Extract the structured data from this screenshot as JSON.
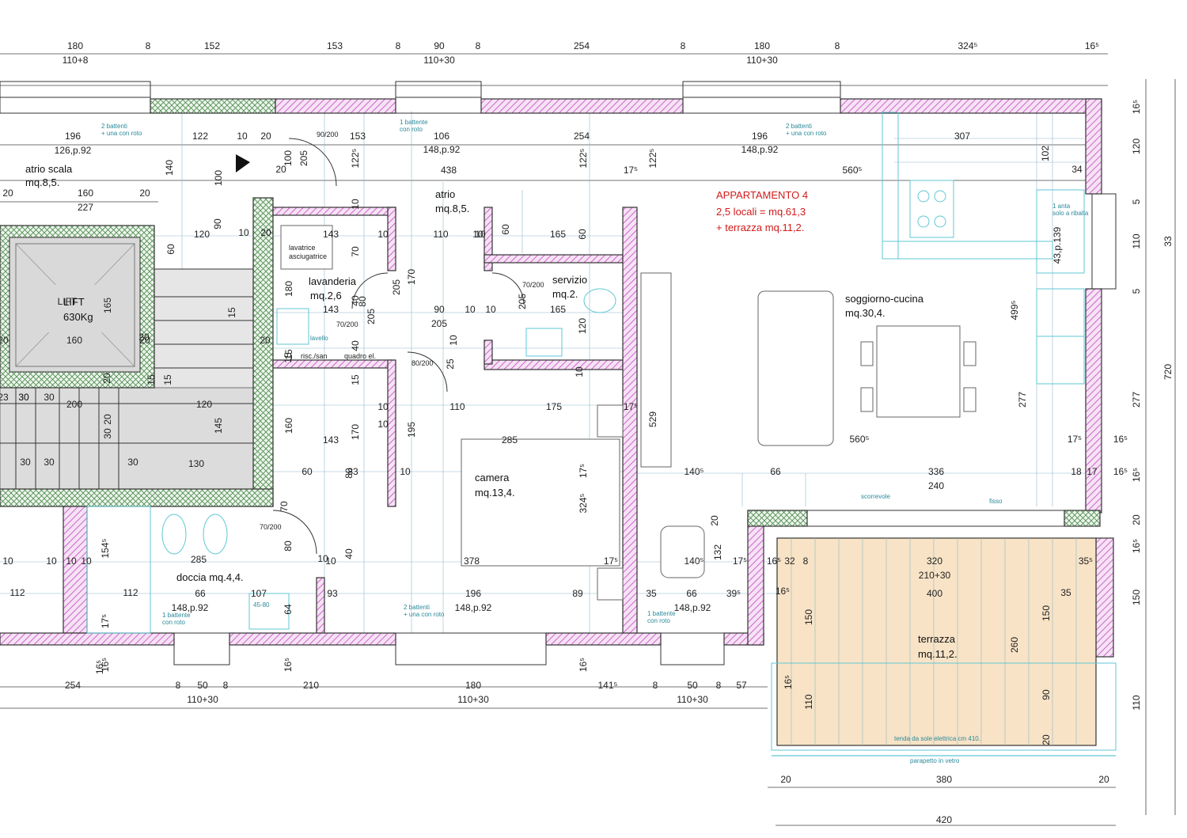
{
  "apartment": {
    "title": "APPARTAMENTO 4",
    "line2": "2,5 locali = mq.61,3",
    "line3": "+ terrazza mq.11,2."
  },
  "rooms": {
    "atrio_scala": [
      "atrio scala",
      "mq.8,5."
    ],
    "atrio": [
      "atrio",
      "mq.8,5."
    ],
    "lavanderia": [
      "lavanderia",
      "mq.2,6"
    ],
    "servizio": [
      "servizio",
      "mq.2."
    ],
    "soggiorno": [
      "soggiorno-cucina",
      "mq.30,4."
    ],
    "camera": [
      "camera",
      "mq.13,4."
    ],
    "doccia": "doccia mq.4,4.",
    "terrazza": [
      "terrazza",
      "mq.11,2."
    ],
    "lift": [
      "LIFT",
      "630Kg"
    ]
  },
  "notes": {
    "win1": [
      "2 battenti",
      "+ una con roto"
    ],
    "win2": [
      "1 battente",
      "con roto"
    ],
    "win3": [
      "2 battenti",
      "+ una con roto"
    ],
    "win4": [
      "1 battente",
      "con roto"
    ],
    "win5": [
      "2 battenti",
      "+ una con roto"
    ],
    "win6": [
      "1 battente",
      "con roto"
    ],
    "anta": [
      "1 anta",
      "solo a ribalta"
    ],
    "lavatrice": [
      "lavatrice",
      "asciugatrice"
    ],
    "lavello": "lavello",
    "risc": "risc./san",
    "quadro": "quadro el.",
    "scorrevole": "scorrevole",
    "fisso": "fisso",
    "tenda": "tenda da sole elettrica cm 410.",
    "parapetto": "parapetto in vetro",
    "door1": "90/200",
    "door2": "70/200",
    "door3": "70/200",
    "door4": "80/200",
    "door5": "70/200",
    "sink_size": "45-80"
  },
  "dims": {
    "top": [
      {
        "t": "180",
        "s": "110+8"
      },
      {
        "t": "8"
      },
      {
        "t": "152"
      },
      {
        "t": "153"
      },
      {
        "t": "8"
      },
      {
        "t": "90",
        "s": "110+30"
      },
      {
        "t": "8"
      },
      {
        "t": "254"
      },
      {
        "t": "8"
      },
      {
        "t": "180",
        "s": "110+30"
      },
      {
        "t": "8"
      },
      {
        "t": "324⁵"
      },
      {
        "t": "16⁵"
      }
    ],
    "bottom": [
      {
        "t": "254"
      },
      {
        "t": "8"
      },
      {
        "t": "50",
        "s": "110+30"
      },
      {
        "t": "8"
      },
      {
        "t": "210"
      },
      {
        "t": "180",
        "s": "110+30"
      },
      {
        "t": "141⁵"
      },
      {
        "t": "8"
      },
      {
        "t": "50",
        "s": "110+30"
      },
      {
        "t": "8"
      },
      {
        "t": "57"
      }
    ],
    "right": [
      "16⁵",
      "120",
      "5",
      "110",
      "5",
      "277",
      "16⁵",
      "20",
      "16⁵",
      "150",
      "110",
      "720",
      "33"
    ],
    "terrace": [
      "380",
      "420",
      "320",
      "210+30",
      "400",
      "150",
      "260",
      "150",
      "90",
      "110",
      "20",
      "20",
      "20",
      "35⁵",
      "35",
      "32",
      "8",
      "16⁵"
    ],
    "inner": [
      "196",
      "126,p.92",
      "122",
      "10",
      "20",
      "153",
      "106",
      "148,p.92",
      "254",
      "196",
      "148,p.92",
      "307",
      "438",
      "560⁵",
      "17⁵",
      "122⁵",
      "122⁵",
      "122⁵",
      "140",
      "100",
      "205",
      "100",
      "90",
      "20",
      "10",
      "20",
      "160",
      "227",
      "20",
      "20",
      "120",
      "60",
      "10",
      "143",
      "10",
      "110",
      "10",
      "165",
      "60",
      "60",
      "180",
      "80",
      "205",
      "205",
      "170",
      "70",
      "205",
      "120",
      "10",
      "499⁵",
      "102",
      "34",
      "143",
      "90",
      "205",
      "10",
      "10",
      "165",
      "40",
      "40",
      "15",
      "15",
      "10",
      "25",
      "10",
      "120",
      "145",
      "110",
      "175",
      "10",
      "10",
      "17⁵",
      "529",
      "160",
      "143",
      "170",
      "195",
      "285",
      "560⁵",
      "17⁵",
      "16⁵",
      "277",
      "130",
      "60",
      "83",
      "10",
      "66",
      "336",
      "240",
      "18",
      "17",
      "140⁵",
      "16⁵",
      "378",
      "324⁵",
      "17⁵",
      "140⁵",
      "132",
      "20",
      "17⁵",
      "16⁵",
      "285",
      "66",
      "107",
      "93",
      "196",
      "89",
      "35",
      "66",
      "39⁵",
      "16⁵",
      "10",
      "10",
      "154⁵",
      "112",
      "112",
      "148,p.92",
      "148,p.92",
      "148,p.92",
      "17⁵",
      "16⁵",
      "16⁵",
      "16⁵",
      "64",
      "80",
      "70",
      "15",
      "40",
      "80",
      "10",
      "10",
      "10",
      "10",
      "30",
      "30",
      "30",
      "23",
      "30",
      "200",
      "20",
      "30",
      "30",
      "30",
      "20",
      "20",
      "15",
      "15",
      "15",
      "LIFT",
      "165",
      "160",
      "20",
      "20",
      "20",
      "17⁵",
      "16⁵",
      "43,p.139"
    ]
  },
  "colors": {
    "wall_hatch": "#cc66cc",
    "shaft_hatch": "#4a8a4a",
    "terrace_fill": "#f8e3c6",
    "stair_fill": "#e6e6e6",
    "fixture": "#5fc7d4",
    "apartment_label": "#d11a1a"
  }
}
